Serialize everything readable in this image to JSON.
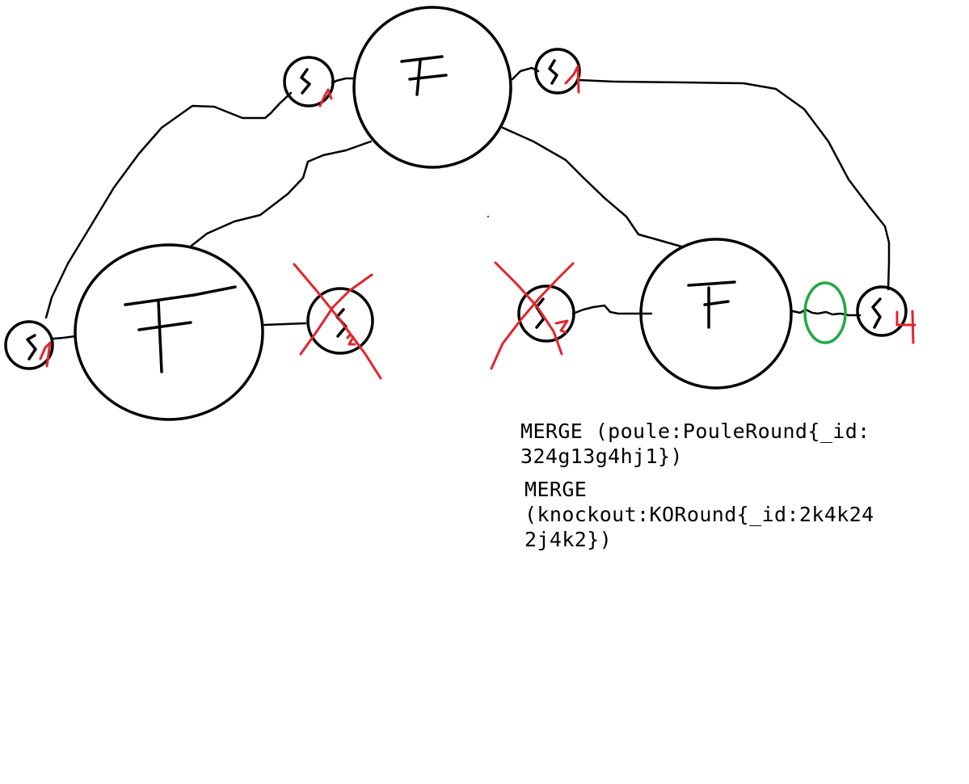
{
  "labels": {
    "fight": "F",
    "slot": "S",
    "num_1": "1",
    "num_2": "2",
    "num_4": "4"
  },
  "colors": {
    "ink": "#000000",
    "cross_out": "#e0262b",
    "highlight": "#22a845"
  },
  "queries": [
    {
      "lines": [
        "MERGE (poule:PouleRound{_id:",
        "324g13g4hj1})"
      ]
    },
    {
      "lines": [
        "MERGE",
        "(knockout:KORound{_id:2k4k24",
        "2j4k2})"
      ]
    }
  ]
}
